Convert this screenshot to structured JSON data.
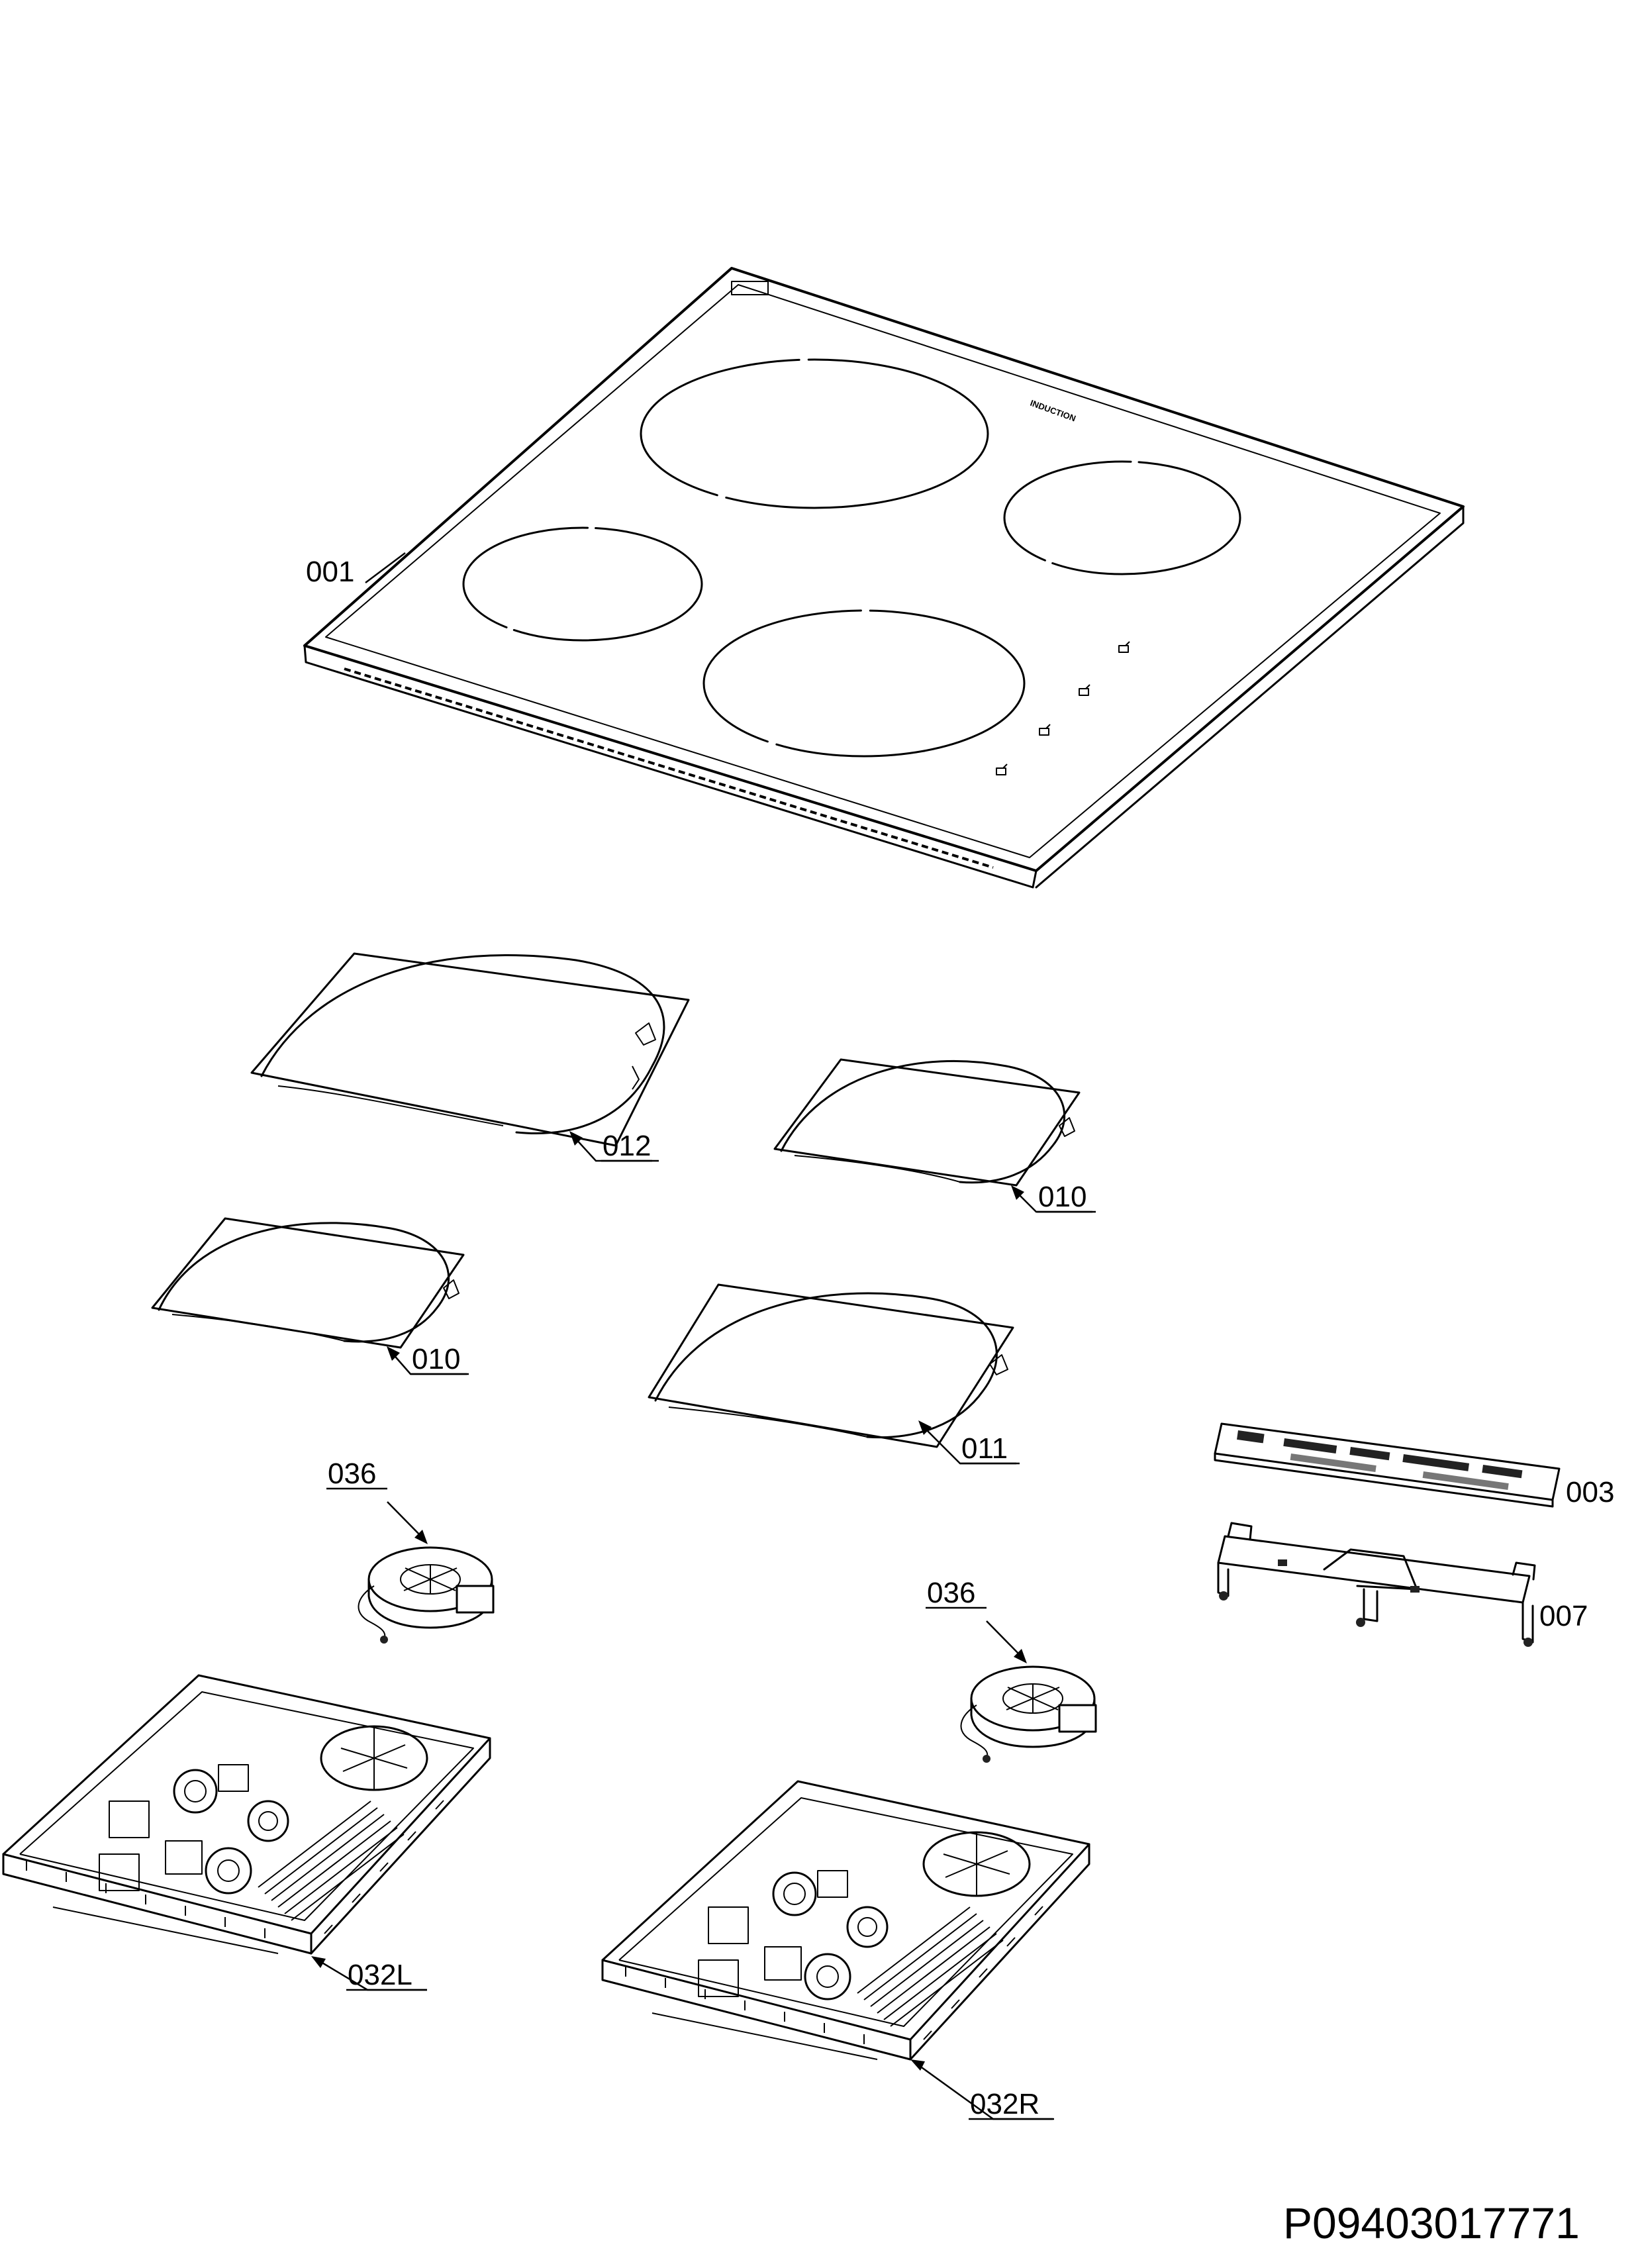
{
  "diagram": {
    "callouts": [
      {
        "id": "001"
      },
      {
        "id": "012"
      },
      {
        "id": "010a",
        "text": "010"
      },
      {
        "id": "010b",
        "text": "010"
      },
      {
        "id": "011"
      },
      {
        "id": "036a",
        "text": "036"
      },
      {
        "id": "036b",
        "text": "036"
      },
      {
        "id": "003"
      },
      {
        "id": "007"
      },
      {
        "id": "032L"
      },
      {
        "id": "032R"
      }
    ],
    "hob_marking": "INDUCTION",
    "document_number": "P09403017771"
  }
}
